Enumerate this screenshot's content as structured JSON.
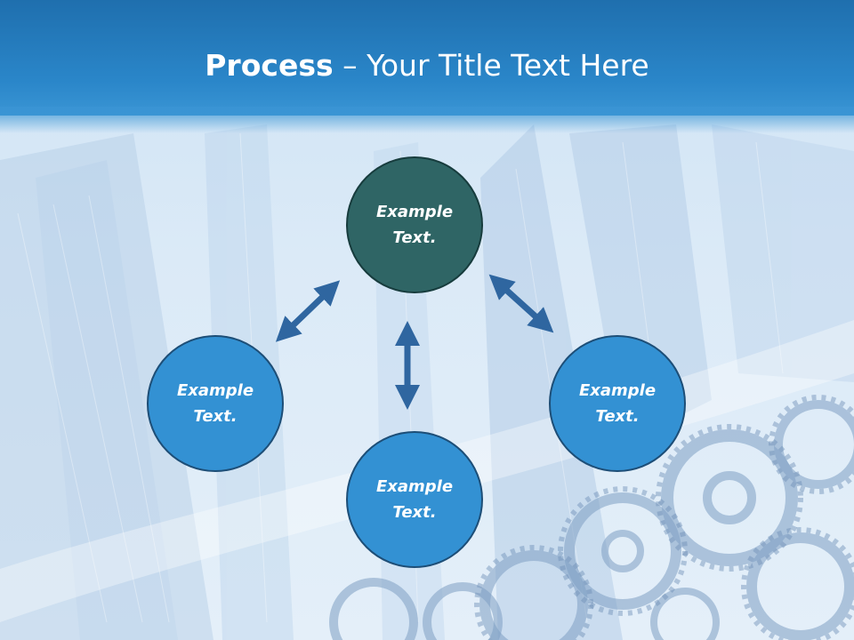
{
  "slide": {
    "title_bold": "Process",
    "title_rest": " – Your Title Text Here"
  },
  "nodes": {
    "top": {
      "line1": "Example",
      "line2": "Text."
    },
    "left": {
      "line1": "Example",
      "line2": "Text."
    },
    "bottom": {
      "line1": "Example",
      "line2": "Text."
    },
    "right": {
      "line1": "Example",
      "line2": "Text."
    }
  },
  "colors": {
    "title_bar": "#2a86c9",
    "top_node": "#2f6565",
    "blue_node": "#3391d3",
    "arrow": "#2f66a0"
  },
  "arrows": [
    {
      "from": "top",
      "to": "left",
      "type": "double-headed"
    },
    {
      "from": "top",
      "to": "bottom",
      "type": "double-headed"
    },
    {
      "from": "top",
      "to": "right",
      "type": "double-headed"
    }
  ]
}
